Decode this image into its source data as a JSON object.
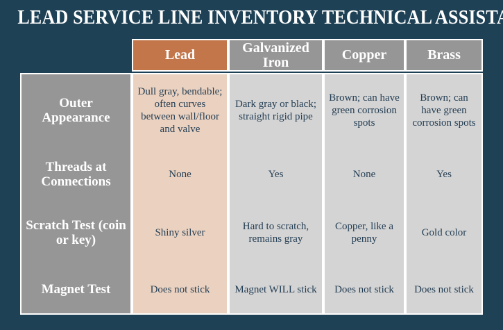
{
  "slide": {
    "title": "LEAD SERVICE LINE INVENTORY TECHNICAL ASSISTANCE",
    "background_color": "#1e4155"
  },
  "colors": {
    "background_navy": "#1e4155",
    "header_gray": "#969696",
    "header_lead_orange": "#c2764a",
    "cell_gray": "#d4d4d4",
    "cell_lead_peach": "#ebd2c0",
    "label_gray": "#969696",
    "text_navy": "#243e54",
    "text_white": "#ffffff",
    "grid_white": "#ffffff"
  },
  "table": {
    "corner_label": "",
    "columns": [
      {
        "key": "lead",
        "label": "Lead",
        "highlight": true
      },
      {
        "key": "galvanized_iron",
        "label": "Galvanized Iron",
        "highlight": false
      },
      {
        "key": "copper",
        "label": "Copper",
        "highlight": false
      },
      {
        "key": "brass",
        "label": "Brass",
        "highlight": false
      }
    ],
    "rows": [
      {
        "label": "Outer Appearance",
        "cells": {
          "lead": "Dull gray, bendable; often curves between wall/floor and valve",
          "galvanized_iron": "Dark gray or black; straight rigid pipe",
          "copper": "Brown; can have green corrosion spots",
          "brass": "Brown; can have green corrosion spots"
        }
      },
      {
        "label": "Threads at Connections",
        "cells": {
          "lead": "None",
          "galvanized_iron": "Yes",
          "copper": "None",
          "brass": "Yes"
        }
      },
      {
        "label": "Scratch Test (coin or key)",
        "cells": {
          "lead": "Shiny silver",
          "galvanized_iron": "Hard to scratch, remains gray",
          "copper": "Copper, like a penny",
          "brass": "Gold color"
        }
      },
      {
        "label": "Magnet Test",
        "cells": {
          "lead": "Does not stick",
          "galvanized_iron": "Magnet WILL stick",
          "copper": "Does not stick",
          "brass": "Does not stick"
        }
      }
    ]
  }
}
